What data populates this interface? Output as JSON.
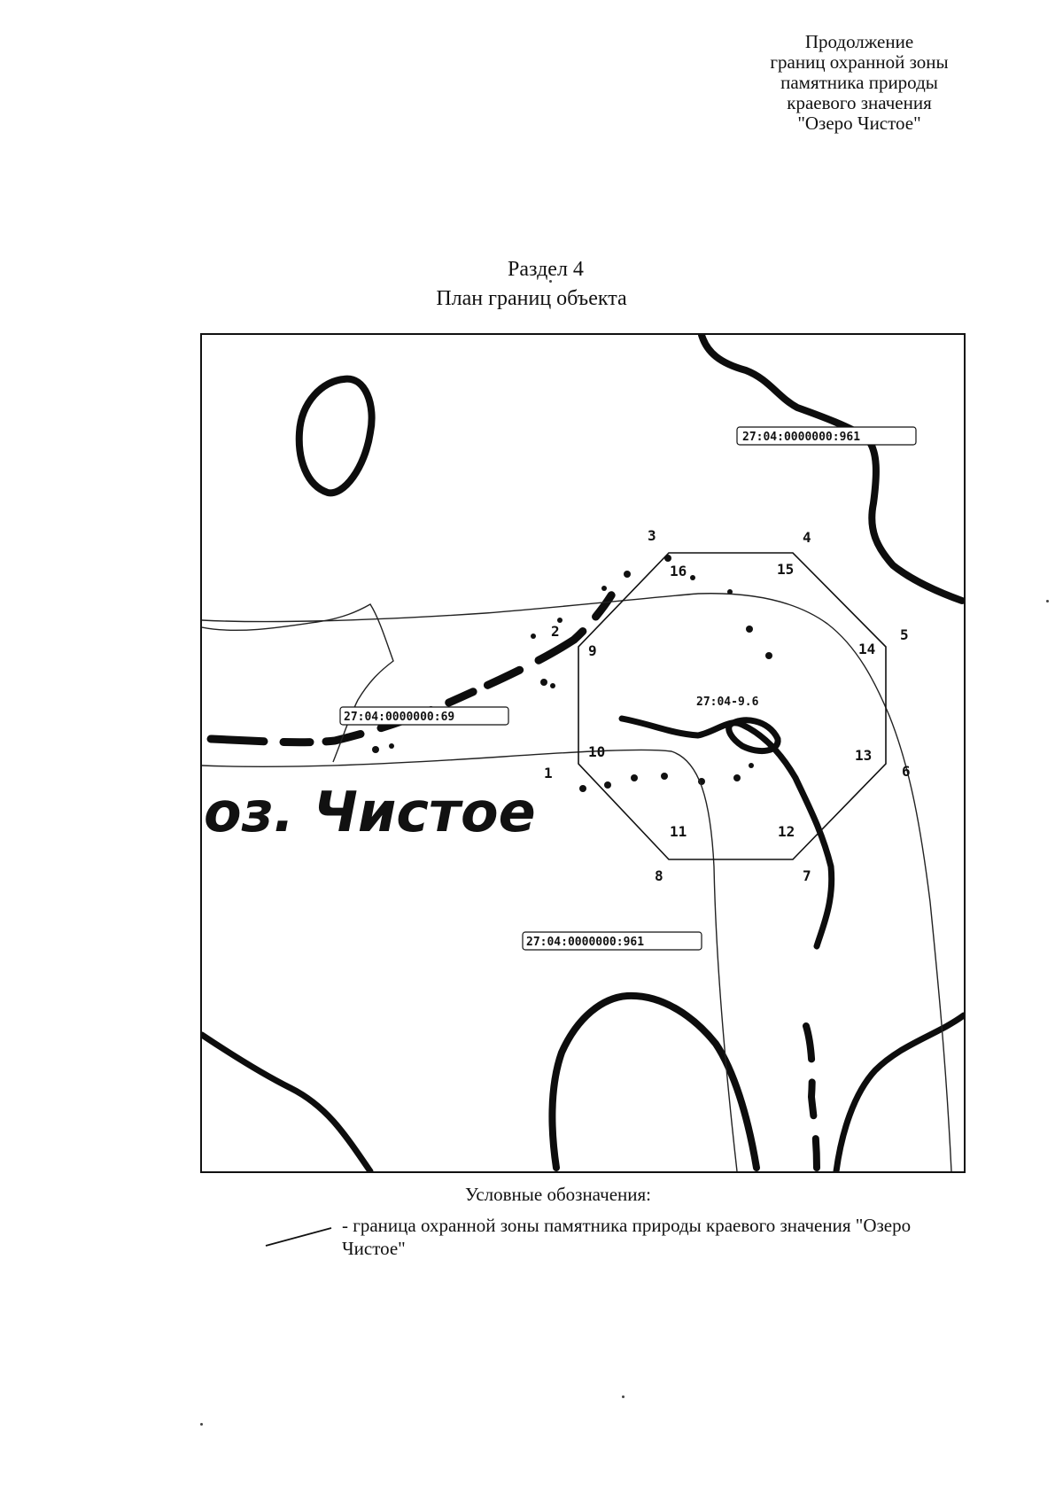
{
  "header_note": {
    "lines": [
      "Продолжение",
      "границ охранной зоны",
      "памятника природы",
      "краевого значения",
      "\"Озеро Чистое\""
    ]
  },
  "section": {
    "number_line": "Раздел 4",
    "title": "План границ объекта"
  },
  "map": {
    "lake_name": "оз. Чистое",
    "parcel_labels": [
      "27:04:0000000:961",
      "27:04:0000000:69",
      "27:04-9.6",
      "27:04:0000000:961"
    ],
    "outer_vertices": [
      "1",
      "2",
      "3",
      "4",
      "5",
      "6",
      "7",
      "8"
    ],
    "inner_vertices": [
      "9",
      "10",
      "11",
      "12",
      "13",
      "14",
      "15",
      "16"
    ],
    "colors": {
      "boundary": "#111111",
      "contour": "#0d0d0d",
      "background": "#ffffff"
    }
  },
  "legend": {
    "title": "Условные обозначения:",
    "items": [
      {
        "description": "- граница охранной зоны памятника природы краевого значения \"Озеро Чистое\""
      }
    ]
  }
}
